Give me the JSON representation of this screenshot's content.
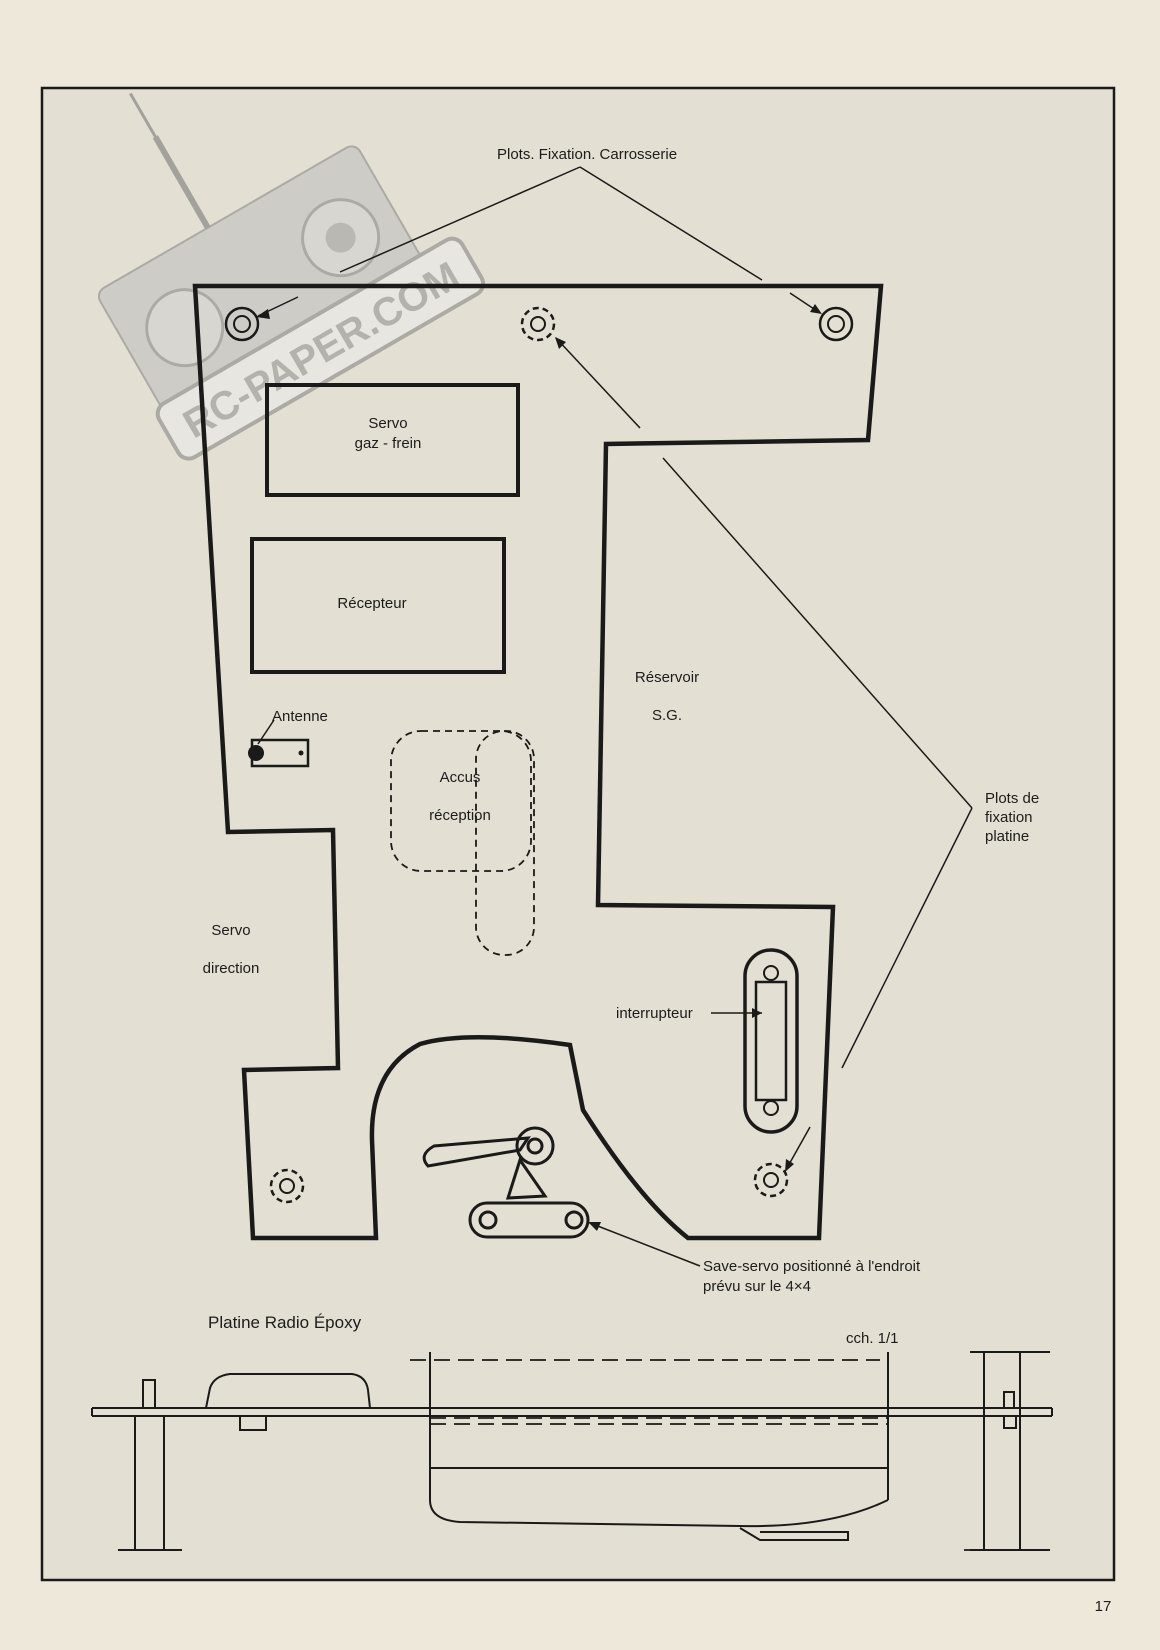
{
  "labels": {
    "plots_carrosserie": "Plots. Fixation. Carrosserie",
    "servo_gaz_line1": "Servo",
    "servo_gaz_line2": "gaz - frein",
    "recepteur": "Récepteur",
    "reservoir_line1": "Réservoir",
    "reservoir_line2": "S.G.",
    "antenne": "Antenne",
    "accus_line1": "Accus",
    "accus_line2": "réception",
    "plots_platine_line1": "Plots de",
    "plots_platine_line2": "fixation",
    "plots_platine_line3": "platine",
    "servo_direction_line1": "Servo",
    "servo_direction_line2": "direction",
    "interrupteur": "interrupteur",
    "save_servo_line1": "Save-servo positionné à l'endroit",
    "save_servo_line2": "prévu sur le 4×4",
    "platine_title": "Platine Radio Époxy",
    "scale": "cch. 1/1",
    "page_number": "17"
  },
  "watermark": {
    "text": "RC-PAPER.COM",
    "color": "#8f8f8f"
  },
  "colors": {
    "paper": "#ede8da",
    "panel": "#e3dfd3",
    "ink": "#1a1a1a"
  }
}
